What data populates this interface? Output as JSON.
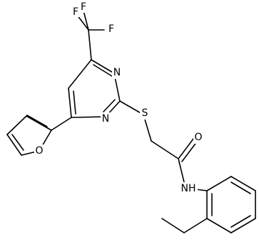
{
  "structure": {
    "atom_labels": {
      "f1": "F",
      "f2": "F",
      "f3": "F",
      "n_top": "N",
      "n_bottom": "N",
      "s": "S",
      "o_furan": "O",
      "o_carbonyl": "O",
      "nh": "NH"
    },
    "colors": {
      "bond": "#000000",
      "text": "#000000",
      "background": "#ffffff"
    }
  }
}
